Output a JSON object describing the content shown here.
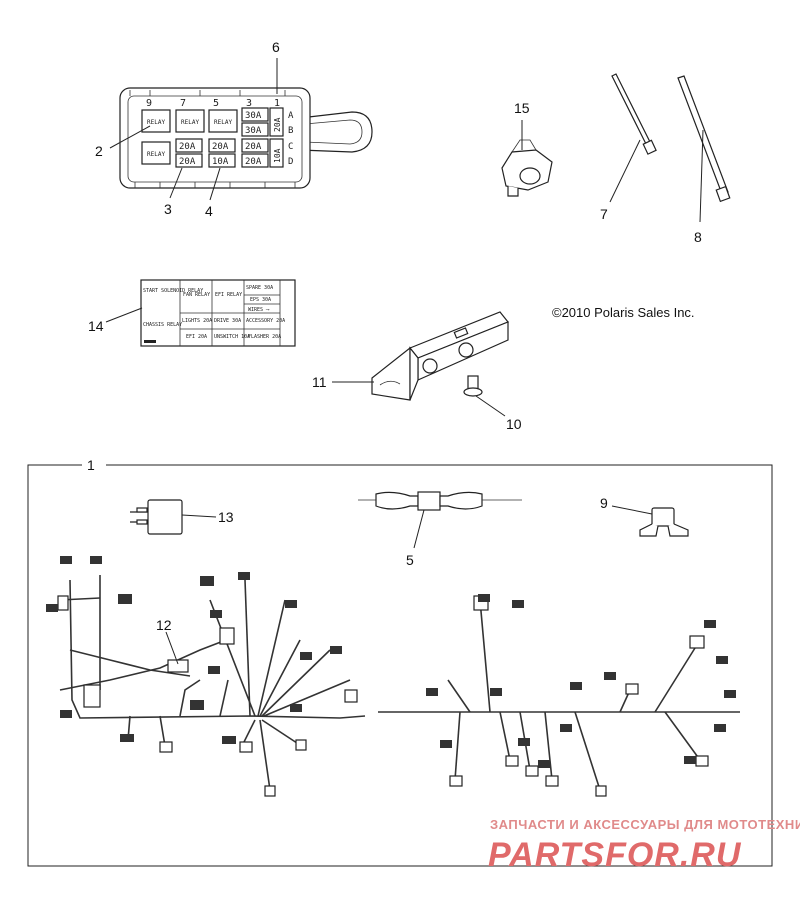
{
  "copyright": "©2010 Polaris Sales Inc.",
  "callouts": {
    "c1": "1",
    "c2": "2",
    "c3": "3",
    "c4": "4",
    "c5": "5",
    "c6": "6",
    "c7": "7",
    "c8": "8",
    "c9": "9",
    "c10": "10",
    "c11": "11",
    "c12": "12",
    "c13": "13",
    "c14": "14",
    "c15": "15"
  },
  "fuse_box": {
    "top_numbers": [
      "9",
      "7",
      "5",
      "3",
      "1"
    ],
    "relays": [
      "RELAY",
      "RELAY",
      "RELAY",
      "RELAY"
    ],
    "fuses": [
      "30A",
      "30A",
      "20A",
      "20A",
      "20A",
      "20A",
      "10A",
      "20A"
    ],
    "side_fuse": "20A",
    "side_fuse_2": "10A",
    "rows": [
      "A",
      "B",
      "C",
      "D"
    ]
  },
  "decal": {
    "cells": {
      "start": "START SOLENOID RELAY",
      "fan": "FAN RELAY",
      "efi": "EFI RELAY",
      "spare": "SPARE 30A",
      "eps": "EPS 30A",
      "wires": "WIRES ⟶",
      "chassis": "CHASSIS RELAY",
      "lights": "LIGHTS 20A",
      "drive": "DRIVE 30A",
      "accessory": "ACCESSORY 20A",
      "efi2": "EFI 20A",
      "unswitch": "UNSWITCH 10A",
      "flasher": "FLASHER 20A"
    }
  },
  "watermark": {
    "top": "ЗАПЧАСТИ И АКСЕССУАРЫ ДЛЯ МОТОТЕХНИКИ",
    "brand": "PARTSFOR.RU"
  },
  "colors": {
    "line": "#222222",
    "watermark": "#e06a6a"
  }
}
